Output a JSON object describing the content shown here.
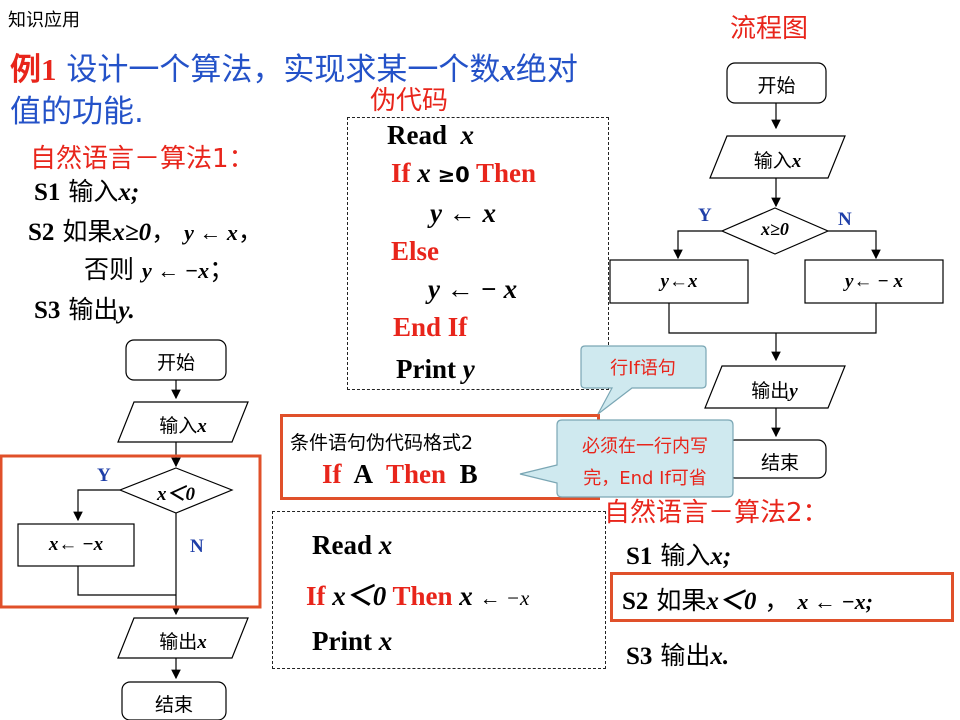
{
  "header": {
    "section_label": "知识应用",
    "flow_title": "流程图",
    "example_prefix": "例1",
    "example_text": "设计一个算法，实现求某一个数",
    "example_var": "x",
    "example_text2": "绝对",
    "example_line2": "值的功能."
  },
  "pseudo_title": "伪代码",
  "algo1": {
    "title": "自然语言－算法1：",
    "s1_label": "S1",
    "s1_text": "输入",
    "s1_var": "x;",
    "s2_label": "S2",
    "s2_text": "如果",
    "s2_cond": "x≥0",
    "s2_sep": "，",
    "s2_assign": "y ← x",
    "s2_end": "，",
    "s2_else": "否则",
    "s2_else_assign": "y ←  −x",
    "s2_else_end": "；",
    "s3_label": "S3",
    "s3_text": "输出",
    "s3_var": "y."
  },
  "code1": {
    "read": "Read",
    "read_var": "x",
    "if_kw": "If",
    "if_cond": "x",
    "if_op": "≥0",
    "then_kw": "Then",
    "then_stmt": "y ← x",
    "else_kw": "Else",
    "else_stmt": "y ←  − x",
    "endif_kw": "End If",
    "print": "Print",
    "print_var": "y"
  },
  "format_box": {
    "text": "条件语句伪代码格式2",
    "if_kw": "If",
    "a": "A",
    "then_kw": "Then",
    "b": "B"
  },
  "callouts": {
    "top": "行If语句",
    "bottom_line1": "必须在一行内写",
    "bottom_line2": "完，End If可省"
  },
  "code2": {
    "read": "Read",
    "read_var": "x",
    "if_kw": "If",
    "if_cond": "x＜0",
    "then_kw": "Then",
    "then_stmt_var": "x",
    "then_stmt_op": "← −x",
    "print": "Print",
    "print_var": "x"
  },
  "algo2": {
    "title": "自然语言－算法2：",
    "s1_label": "S1",
    "s1_text": "输入",
    "s1_var": "x;",
    "s2_label": "S2",
    "s2_text": "如果",
    "s2_cond": "x＜0",
    "s2_sep": "，",
    "s2_assign": "x ← −x;",
    "s3_label": "S3",
    "s3_text": "输出",
    "s3_var": "x."
  },
  "flow1": {
    "start": "开始",
    "input": "输入",
    "input_var": "x",
    "decision": "x≥0",
    "yes": "Y",
    "no": "N",
    "left_box": "y←x",
    "right_box": "y← − x",
    "output": "输出",
    "output_var": "y",
    "end": "结束"
  },
  "flow2": {
    "start": "开始",
    "input": "输入",
    "input_var": "x",
    "decision": "x＜0",
    "yes": "Y",
    "no": "N",
    "box": "x← −x",
    "output": "输出",
    "output_var": "x",
    "end": "结束"
  },
  "colors": {
    "red": "#e8251b",
    "blue": "#2452c8",
    "box_outline": "#e0502a",
    "callout_fill": "#cfe9ef"
  }
}
